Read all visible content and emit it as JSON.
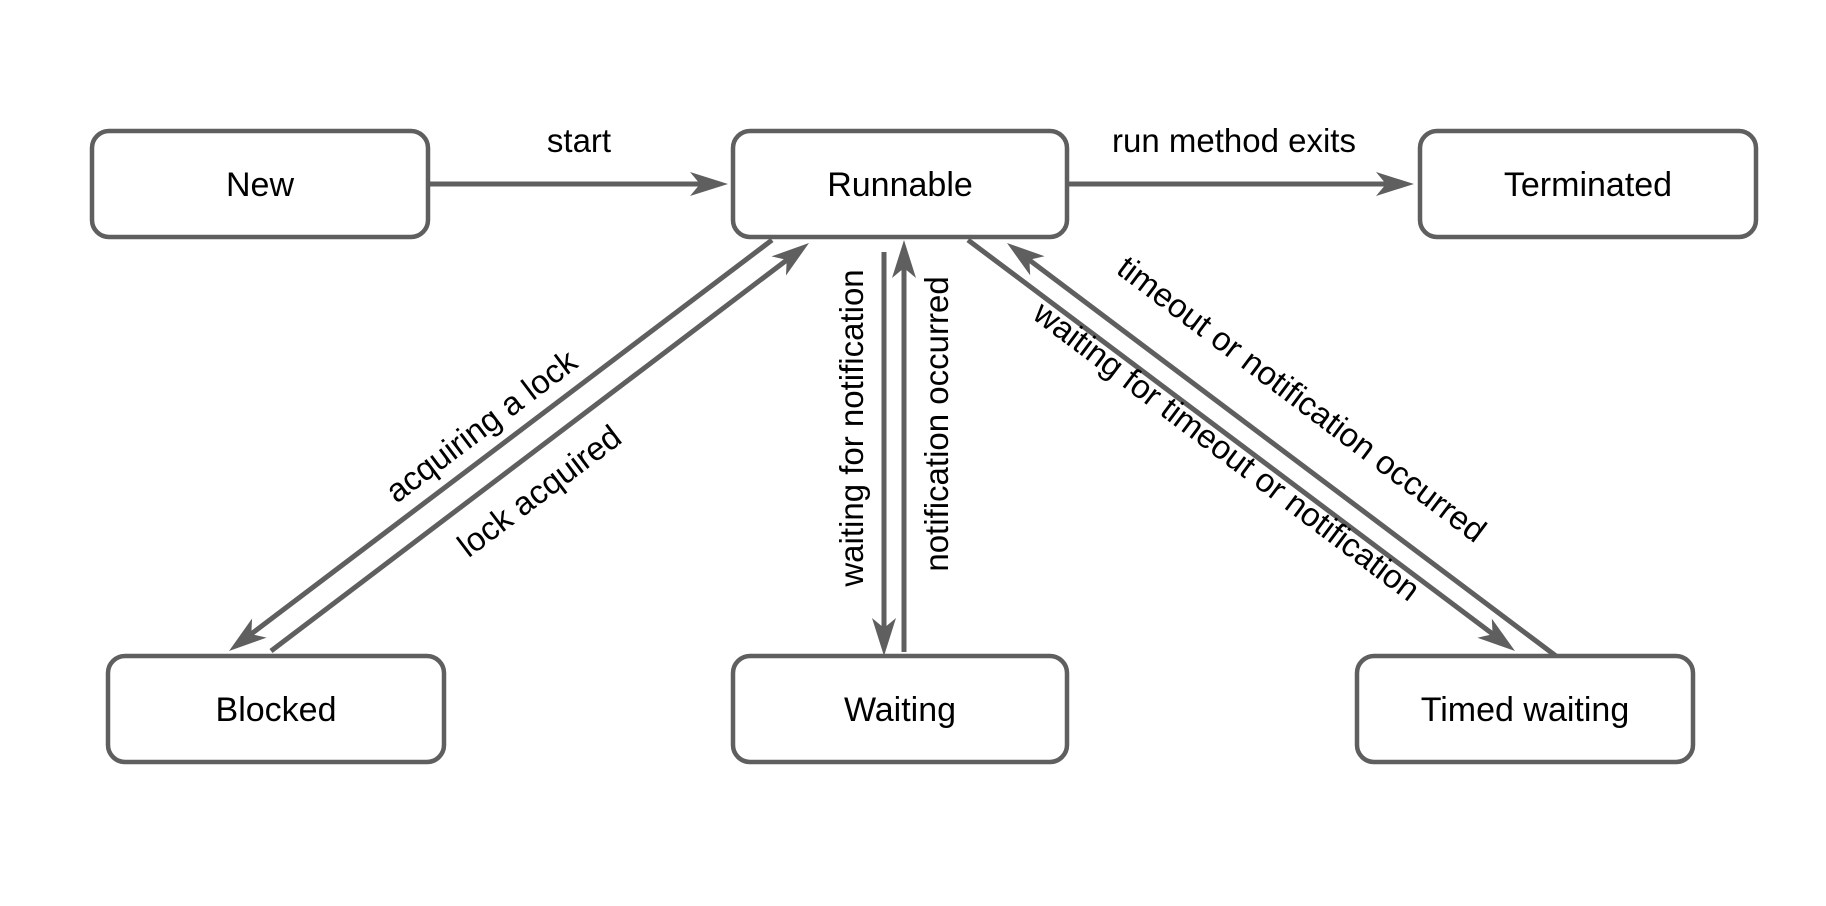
{
  "states": {
    "new": "New",
    "runnable": "Runnable",
    "terminated": "Terminated",
    "blocked": "Blocked",
    "waiting": "Waiting",
    "timed_waiting": "Timed waiting"
  },
  "transitions": {
    "start": "start",
    "run_method_exits": "run method exits",
    "acquiring_a_lock": "acquiring a lock",
    "lock_acquired": "lock acquired",
    "waiting_for_notification": "waiting for notification",
    "notification_occurred": "notification occurred",
    "waiting_for_timeout_or_notification": "waiting for timeout or notification",
    "timeout_or_notification_occurred": "timeout or notification occurred"
  },
  "colors": {
    "stroke": "#5f5f5f",
    "text": "#000000",
    "background": "#ffffff"
  }
}
